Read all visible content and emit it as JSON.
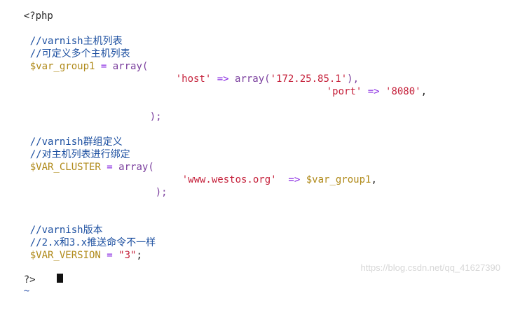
{
  "editor": {
    "lines": {
      "php_open": "<?php",
      "c1": "//varnish主机列表",
      "c2": "//可定义多个主机列表",
      "var_group_var": "$var_group1",
      "var_group_eq": " = ",
      "var_group_kw": "array(",
      "host_key": "'host'",
      "host_arrow": " => ",
      "host_kw": "array(",
      "host_val": "'172.25.85.1'",
      "host_comma": "),",
      "port_key": "'port'",
      "port_arrow": " => ",
      "port_val": "'8080'",
      "port_comma": ",",
      "close1": ");",
      "c3": "//varnish群组定义",
      "c4": "//对主机列表进行绑定",
      "cluster_var": "$VAR_CLUSTER",
      "cluster_eq": " = ",
      "cluster_kw": "array(",
      "site_key": "'www.westos.org'",
      "site_arrow": "  => ",
      "site_val": "$var_group1",
      "site_comma": ",",
      "close2": ");",
      "c5": "//varnish版本",
      "c6": "//2.x和3.x推送命令不一样",
      "version_var": "$VAR_VERSION",
      "version_eq": " = ",
      "version_val": "\"3\"",
      "version_semi": ";",
      "php_close": "?>",
      "tilde": "~"
    }
  },
  "watermark": "https://blog.csdn.net/qq_41627390"
}
